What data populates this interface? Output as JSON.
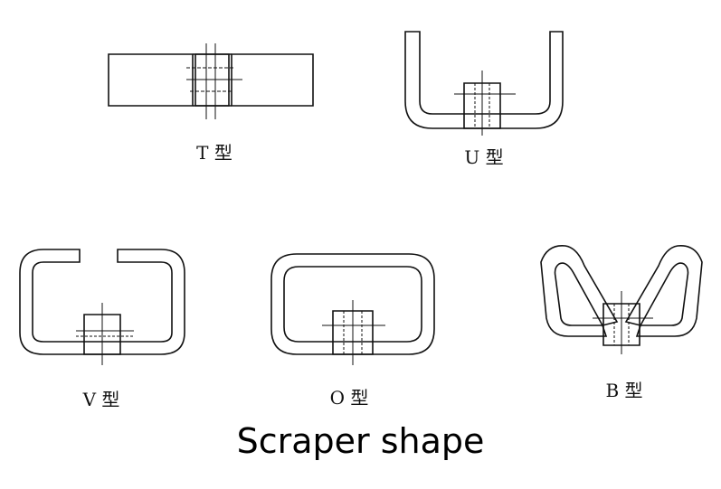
{
  "labels": {
    "t": "T 型",
    "u": "U 型",
    "v": "V 型",
    "o": "O 型",
    "b": "B 型"
  },
  "caption": "Scraper shape",
  "colors": {
    "line": "#111111",
    "background": "#ffffff"
  }
}
